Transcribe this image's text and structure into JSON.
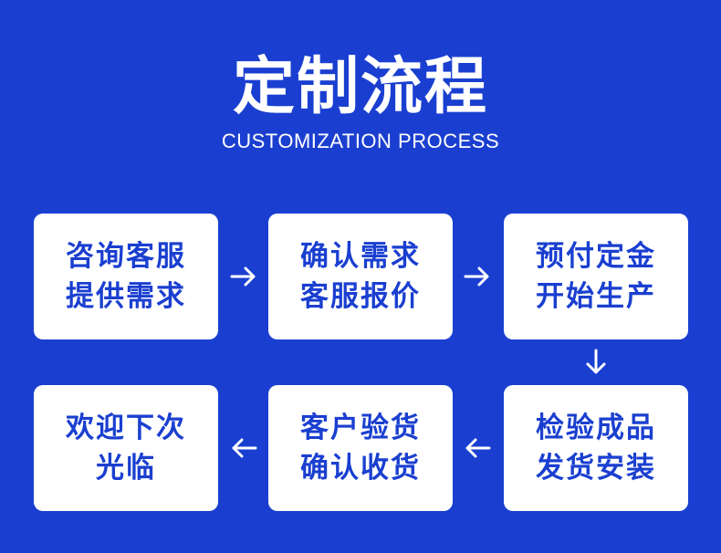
{
  "title": "定制流程",
  "subtitle": "CUSTOMIZATION PROCESS",
  "steps": [
    {
      "line1": "咨询客服",
      "line2": "提供需求"
    },
    {
      "line1": "确认需求",
      "line2": "客服报价"
    },
    {
      "line1": "预付定金",
      "line2": "开始生产"
    },
    {
      "line1": "检验成品",
      "line2": "发货安装"
    },
    {
      "line1": "客户验货",
      "line2": "确认收货"
    },
    {
      "line1": "欢迎下次",
      "line2": "光临"
    }
  ],
  "arrows": [
    "arrow-right-icon",
    "arrow-right-icon",
    "arrow-down-icon",
    "arrow-left-icon",
    "arrow-left-icon"
  ],
  "colors": {
    "background": "#1a3fd0",
    "card": "#ffffff",
    "text_on_card": "#1a3fd0",
    "text_on_background": "#ffffff"
  }
}
